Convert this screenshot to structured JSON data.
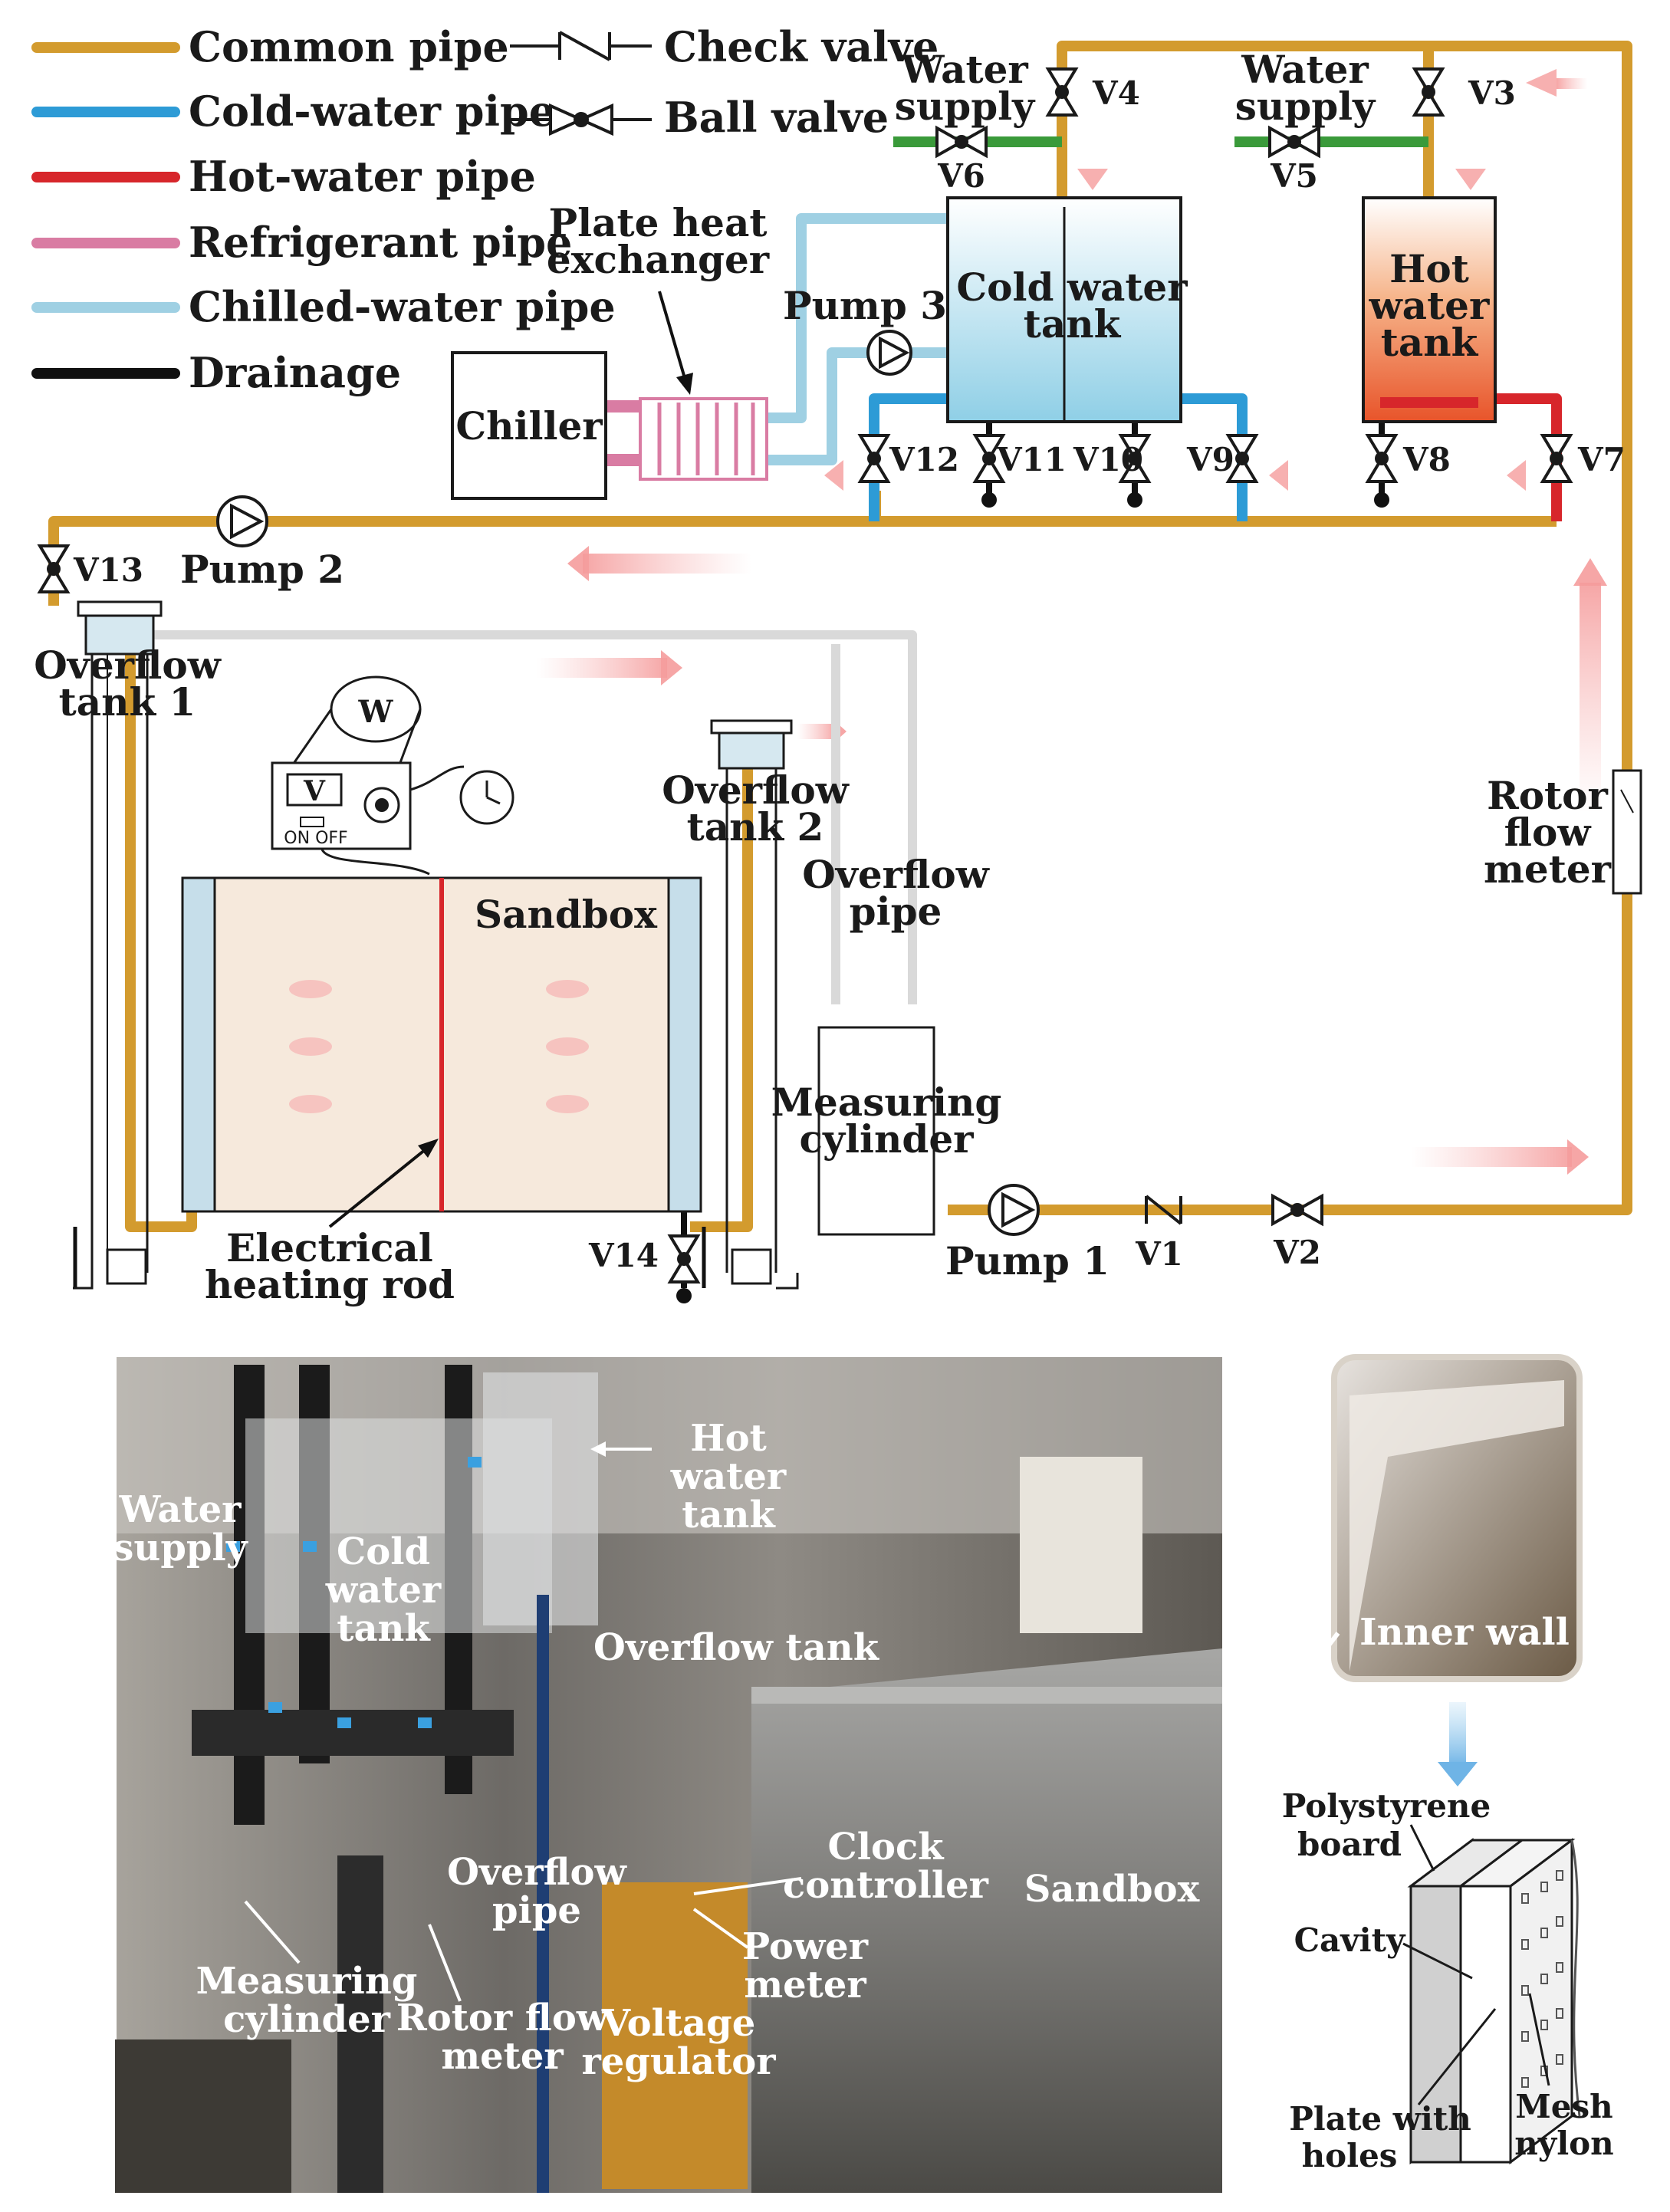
{
  "legend": {
    "common_pipe": "Common pipe",
    "cold_water_pipe": "Cold-water pipe",
    "hot_water_pipe": "Hot-water pipe",
    "refrigerant_pipe": "Refrigerant pipe",
    "chilled_water_pipe": "Chilled-water pipe",
    "drainage": "Drainage",
    "check_valve": "Check valve",
    "ball_valve": "Ball valve"
  },
  "colors": {
    "common": "#d39b2e",
    "cold": "#2d9bd6",
    "hot": "#d7262b",
    "refrigerant": "#d97ca3",
    "chilled": "#9fd0e3",
    "drainage": "#111111",
    "supply": "#3a9a3a"
  },
  "labels": {
    "water_supply_1": [
      "Water",
      "supply"
    ],
    "water_supply_2": [
      "Water",
      "supply"
    ],
    "plate_hx": [
      "Plate heat",
      "exchanger"
    ],
    "chiller": "Chiller",
    "pump3": "Pump 3",
    "pump2": "Pump 2",
    "pump1": "Pump 1",
    "cold_tank": [
      "Cold water",
      "tank"
    ],
    "hot_tank": [
      "Hot",
      "water",
      "tank"
    ],
    "overflow1": [
      "Overflow",
      "tank 1"
    ],
    "overflow2": [
      "Overflow",
      "tank 2"
    ],
    "overflow_pipe": [
      "Overflow",
      "pipe"
    ],
    "sandbox": "Sandbox",
    "rotor_meter": [
      "Rotor",
      "flow",
      "meter"
    ],
    "measuring_cylinder": [
      "Measuring",
      "cylinder"
    ],
    "heating_rod": [
      "Electrical",
      "heating rod"
    ],
    "power_meter_w": "W",
    "power_meter_v": "V",
    "switch": "ON OFF"
  },
  "valves": {
    "v1": "V1",
    "v2": "V2",
    "v3": "V3",
    "v4": "V4",
    "v5": "V5",
    "v6": "V6",
    "v7": "V7",
    "v8": "V8",
    "v9": "V9",
    "v10": "V10",
    "v11": "V11",
    "v12": "V12",
    "v13": "V13",
    "v14": "V14"
  },
  "photo_labels": {
    "water_supply": [
      "Water",
      "supply"
    ],
    "hot_water_tank": [
      "Hot",
      "water",
      "tank"
    ],
    "cold_water_tank": [
      "Cold",
      "water",
      "tank"
    ],
    "overflow_tank": "Overflow tank",
    "overflow_pipe": [
      "Overflow",
      "pipe"
    ],
    "clock_controller": [
      "Clock",
      "controller"
    ],
    "sandbox": "Sandbox",
    "power_meter": [
      "Power",
      "meter"
    ],
    "measuring_cylinder": [
      "Measuring",
      "cylinder"
    ],
    "rotor_flow_meter": [
      "Rotor flow",
      "meter"
    ],
    "voltage_regulator": [
      "Voltage",
      "regulator"
    ]
  },
  "inset": {
    "inner_wall": "Inner wall",
    "polystyrene": [
      "Polystyrene",
      "board"
    ],
    "cavity": "Cavity",
    "plate_holes": [
      "Plate with",
      "holes"
    ],
    "mesh_nylon": [
      "Mesh",
      "nylon"
    ]
  }
}
